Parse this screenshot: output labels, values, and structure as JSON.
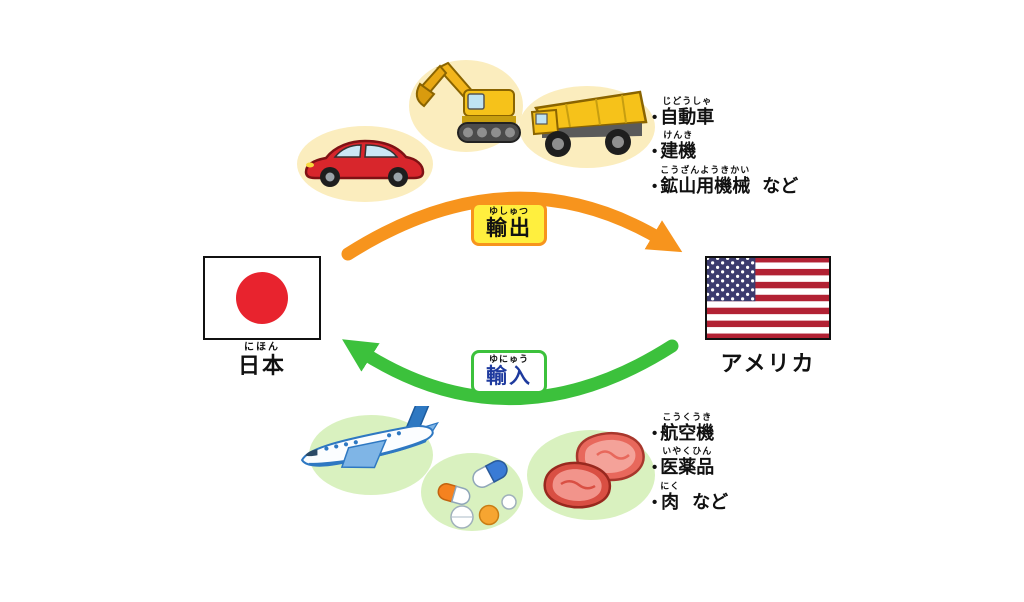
{
  "diagram": {
    "countries": {
      "japan": {
        "name": "日本",
        "furigana": "にほん"
      },
      "usa": {
        "name": "アメリカ"
      }
    },
    "flows": {
      "export": {
        "label": "輸出",
        "furigana": "ゆしゅつ",
        "arrow_color": "#F7941D",
        "box_bg": "#FFEF3E"
      },
      "import": {
        "label": "輸入",
        "furigana": "ゆにゅう",
        "arrow_color": "#3CC13C",
        "box_bg": "#FFFFFF"
      }
    },
    "export_goods": {
      "bullet": "•",
      "items": [
        {
          "text": "自動車",
          "furigana": "じどうしゃ",
          "suffix": ""
        },
        {
          "text": "建機",
          "furigana": "けんき",
          "suffix": ""
        },
        {
          "text": "鉱山用機械",
          "furigana": "こうざんようきかい",
          "suffix": "など"
        }
      ],
      "illustrations": [
        "car",
        "excavator",
        "dump-truck"
      ],
      "blob_color": "#FBEDBE"
    },
    "import_goods": {
      "bullet": "•",
      "items": [
        {
          "text": "航空機",
          "furigana": "こうくうき",
          "suffix": ""
        },
        {
          "text": "医薬品",
          "furigana": "いやくひん",
          "suffix": ""
        },
        {
          "text": "肉",
          "furigana": "にく",
          "suffix": "など"
        }
      ],
      "illustrations": [
        "airplane",
        "medicine",
        "meat"
      ],
      "blob_color": "#D9F1BF"
    },
    "colors": {
      "japan_sun_red": "#E8232E",
      "us_flag_red": "#B22234",
      "us_flag_blue": "#3C3B6E"
    }
  }
}
